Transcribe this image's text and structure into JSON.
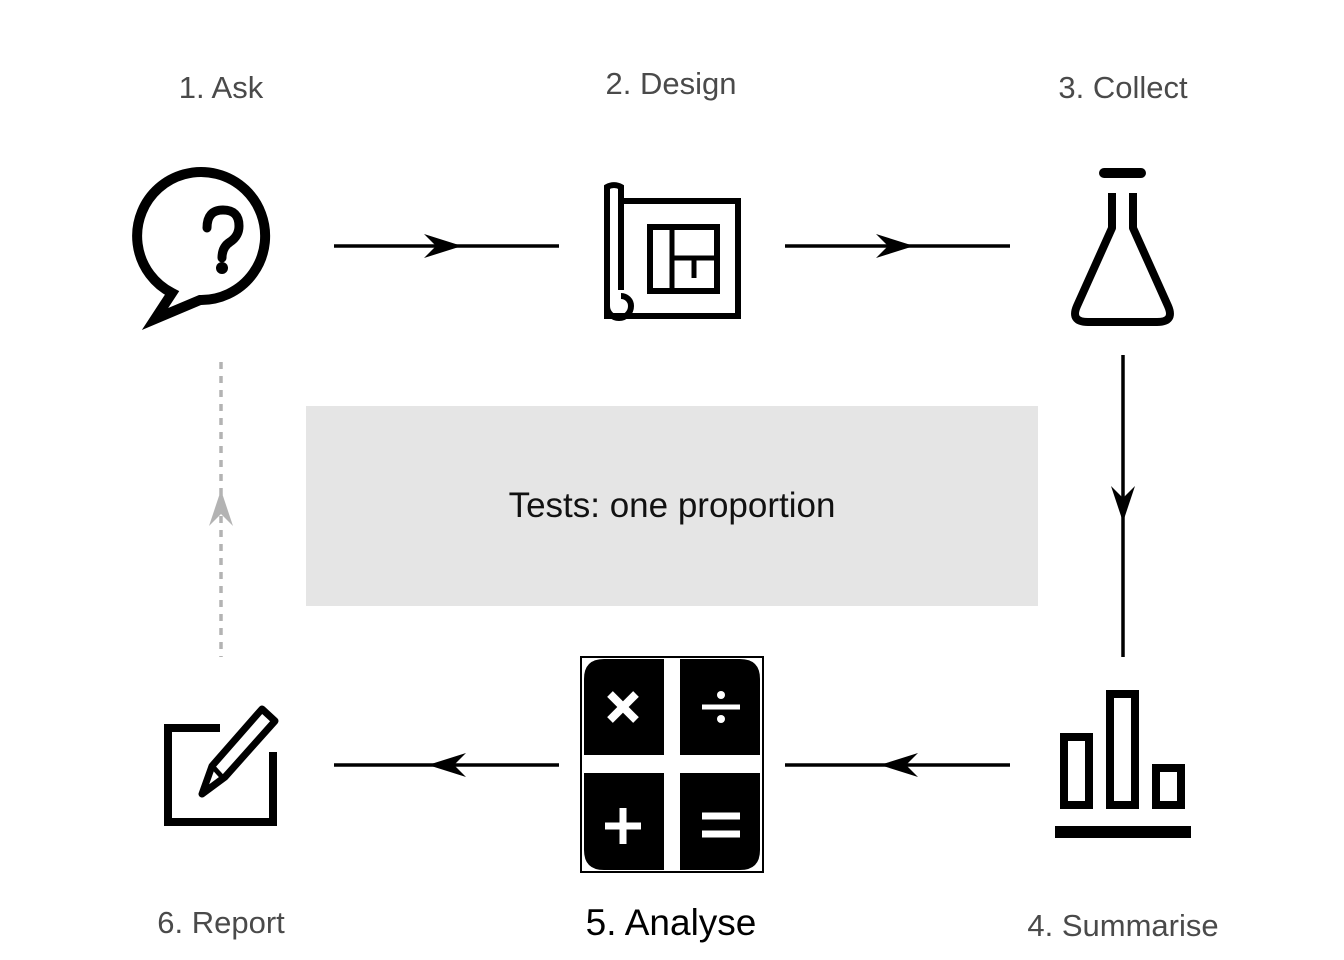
{
  "steps": [
    {
      "label": "1. Ask",
      "icon": "speech-bubble-question-icon",
      "active": false
    },
    {
      "label": "2. Design",
      "icon": "blueprint-icon",
      "active": false
    },
    {
      "label": "3. Collect",
      "icon": "flask-icon",
      "active": false
    },
    {
      "label": "4. Summarise",
      "icon": "bar-chart-icon",
      "active": false
    },
    {
      "label": "5. Analyse",
      "icon": "calculator-icon",
      "active": true
    },
    {
      "label": "6. Report",
      "icon": "edit-note-icon",
      "active": false
    }
  ],
  "center": {
    "title": "Tests: one proportion"
  },
  "colors": {
    "line": "#000000",
    "dashed": "#b3b3b3",
    "box": "#e5e5e5",
    "label": "#4a4a4a"
  }
}
